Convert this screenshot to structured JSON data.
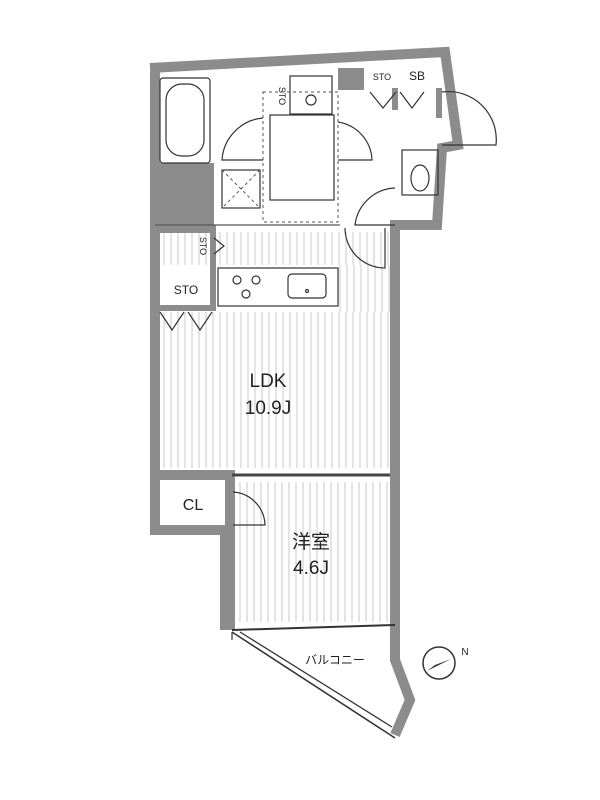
{
  "rooms": {
    "ldk": {
      "name": "LDK",
      "size": "10.9J"
    },
    "western": {
      "name": "洋室",
      "size": "4.6J"
    }
  },
  "storage": {
    "cl": "CL",
    "sto_kitchen": "STO",
    "sto_small": "STO",
    "sto_bath": "STO",
    "sto_top": "STO",
    "sb": "SB"
  },
  "balcony": "バルコニー",
  "compass": "N"
}
